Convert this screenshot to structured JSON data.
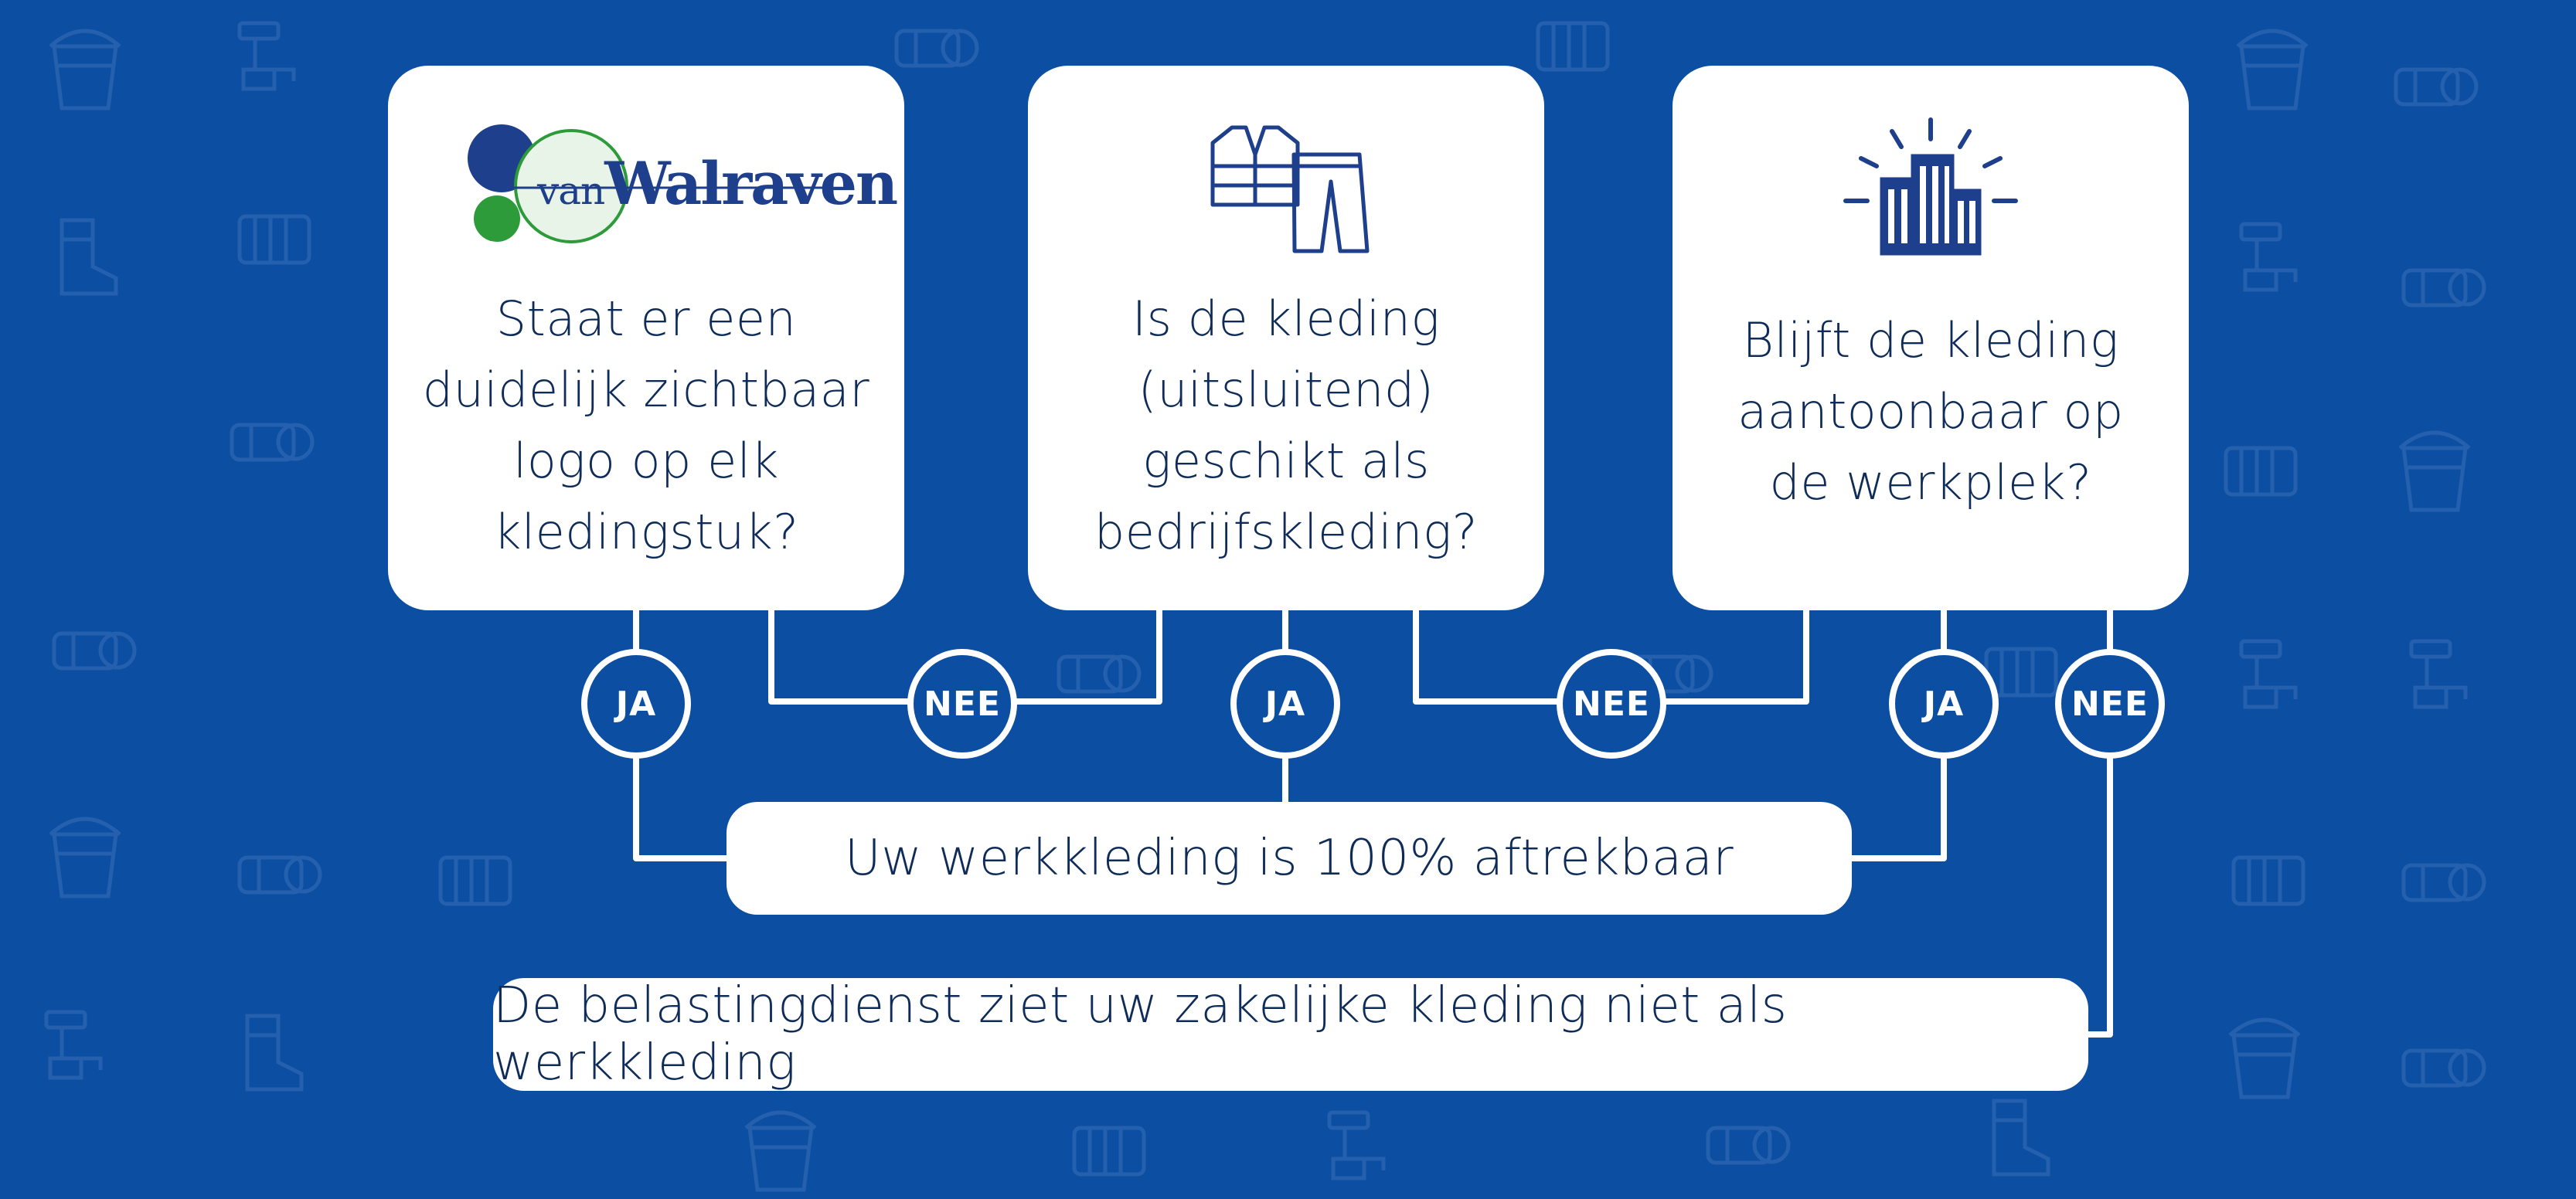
{
  "colors": {
    "background": "#0b4ea2",
    "card": "#ffffff",
    "text_dark": "#0f2c59",
    "logo_blue": "#1e3f8c",
    "logo_green": "#2e9b3b"
  },
  "questions": [
    {
      "text": "Staat er een duidelijk zichtbaar logo op elk kledingstuk?",
      "icon": "vanwalraven-logo",
      "logo_text_small": "van",
      "logo_text_large": "Walraven"
    },
    {
      "text": "Is de kleding (uitsluitend) geschikt als bedrijfskleding?",
      "icon": "workwear-clothing-icon"
    },
    {
      "text": "Blijft de kleding aantoonbaar op de werkplek?",
      "icon": "office-building-icon"
    }
  ],
  "answers": {
    "yes": "JA",
    "no": "NEE"
  },
  "results": {
    "deductible": "Uw werkkleding is 100% aftrekbaar",
    "not_workwear": "De belastingdienst ziet uw zakelijke kleding niet als werkkleding"
  }
}
